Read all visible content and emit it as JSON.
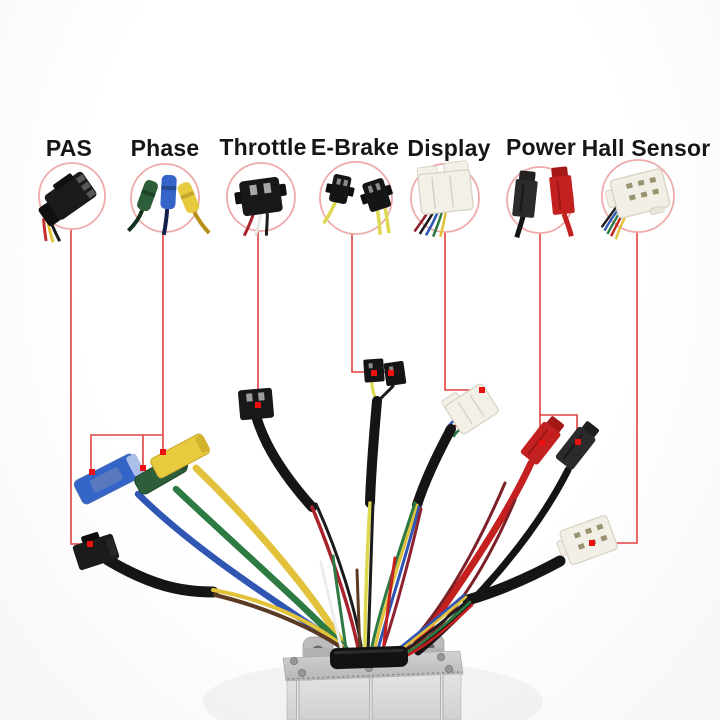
{
  "title": "E-bike controller wiring harness connector diagram",
  "annotation": {
    "leader_color": "#e24040",
    "dot_color": "#ea1111",
    "circle_color": "#efabab",
    "label_color": "#161616"
  },
  "connectors": [
    {
      "id": "pas",
      "label": "PAS",
      "housing_color": "#1b1b1b",
      "wire_colors": [
        "#c13030",
        "#e2c23a",
        "#1b1b1b"
      ]
    },
    {
      "id": "phase",
      "label": "Phase",
      "bullet_colors": [
        "#2d5e3a",
        "#3464c8",
        "#e8ca3e"
      ],
      "wire_colors": [
        "#2e7a43",
        "#3056b4",
        "#e2c23a"
      ]
    },
    {
      "id": "throttle",
      "label": "Throttle",
      "housing_color": "#181818",
      "wire_colors": [
        "#a8242c",
        "#e8e8e8",
        "#1c1c1c"
      ]
    },
    {
      "id": "ebrake",
      "label": "E-Brake",
      "housing_color": "#151515",
      "wire_colors": [
        "#ded84e",
        "#1c1c1c"
      ]
    },
    {
      "id": "display",
      "label": "Display",
      "housing_color": "#f3f0e8",
      "wire_colors": [
        "#8e2430",
        "#3056b4",
        "#2e7a43",
        "#e2c23a",
        "#1c1c1c"
      ]
    },
    {
      "id": "power",
      "label": "Power",
      "housing_colors": [
        "#2b2b2b",
        "#c32020"
      ],
      "wire_colors": [
        "#141414",
        "#c42020"
      ]
    },
    {
      "id": "hall",
      "label": "Hall Sensor",
      "housing_color": "#f2efe6",
      "wire_colors": [
        "#1c1c1c",
        "#3056b4",
        "#2e7a43",
        "#c42020",
        "#e2c23a",
        "#ededed"
      ]
    }
  ],
  "controller": {
    "plate_color": "#c4c4c6",
    "body_color": "#dadadc",
    "grommet_color": "#121212",
    "bracket_color": "#bcbcbe"
  }
}
